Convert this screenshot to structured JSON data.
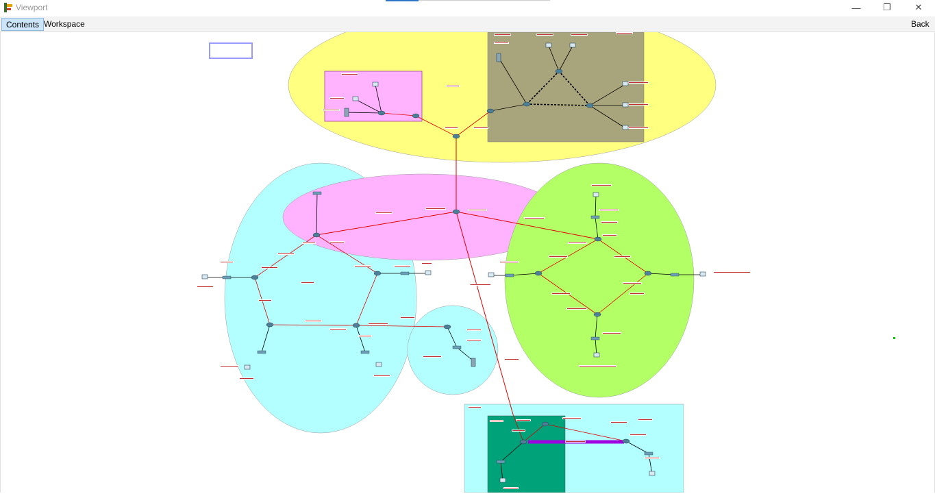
{
  "window": {
    "title": "Viewport",
    "minimize_glyph": "—",
    "maximize_glyph": "❐",
    "close_glyph": "✕"
  },
  "menu": {
    "contents_label": "Contents",
    "workspace_label": "Workspace",
    "back_label": "Back"
  },
  "colors": {
    "area_yellow": "#ffff80",
    "area_pink": "#ffb3ff",
    "area_cyan": "#b3ffff",
    "area_green": "#b3ff66",
    "area_olive": "#a8a47c",
    "area_teal": "#00a27a",
    "link_red": "#e00000",
    "link_black": "#000000",
    "link_purple": "#a000e0",
    "device_blue": "#4d7f99"
  },
  "icons": {
    "app": "packet-tracer-icon",
    "router": "router-icon",
    "switch": "switch-icon",
    "pc": "pc-icon",
    "server": "server-icon"
  }
}
